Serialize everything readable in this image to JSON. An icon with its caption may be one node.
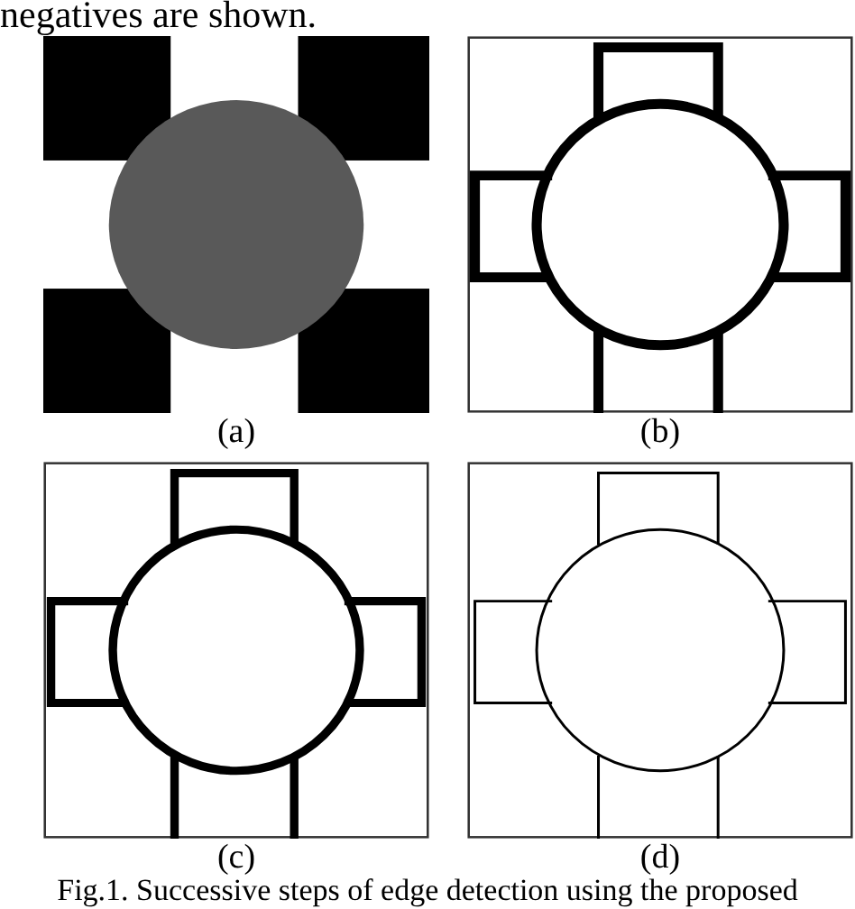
{
  "diagram": {
    "caption": "Fig.1. Successive steps of edge detection using the proposed",
    "labels": [
      "negatives are shown.",
      "(a)",
      "(b)",
      "(c)",
      "(d)"
    ]
  }
}
